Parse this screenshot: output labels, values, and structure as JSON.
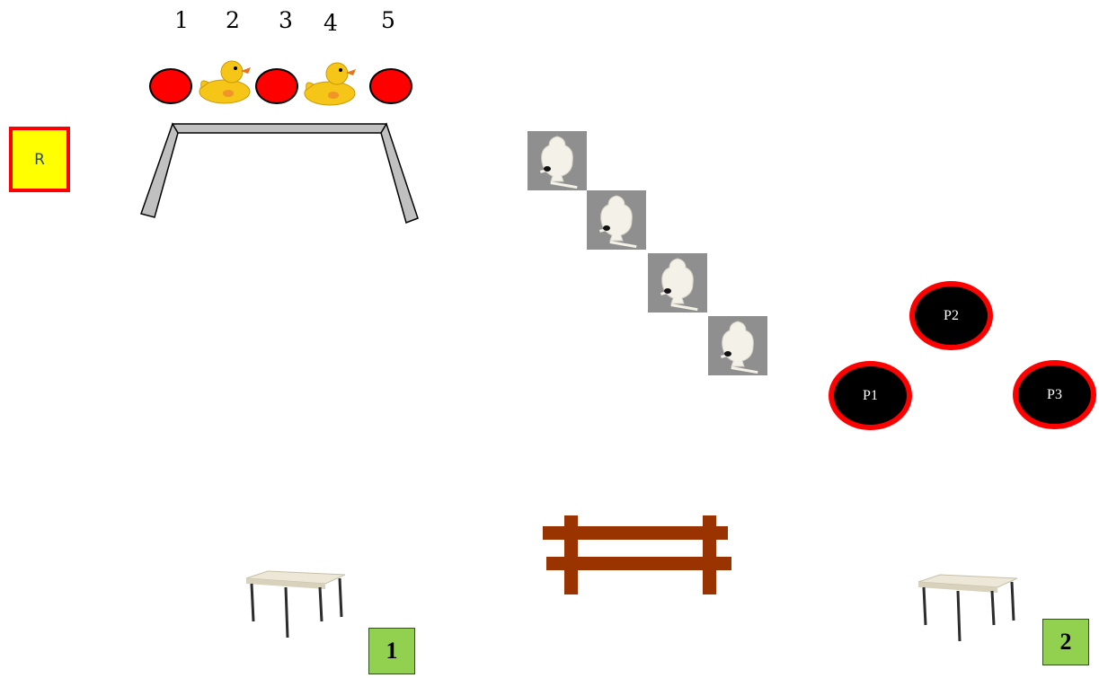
{
  "positions": {
    "labels": [
      "1",
      "2",
      "3",
      "4",
      "5"
    ]
  },
  "referee": {
    "label": "R"
  },
  "players": [
    {
      "label": "P2"
    },
    {
      "label": "P1"
    },
    {
      "label": "P3"
    }
  ],
  "tables": [
    {
      "label": "1"
    },
    {
      "label": "2"
    }
  ],
  "colors": {
    "red_target": "#ff0000",
    "referee_fill": "#ffff00",
    "referee_border": "#ff0000",
    "player_fill": "#000000",
    "player_border": "#ff0000",
    "table_label_fill": "#92d050",
    "fence": "#993300",
    "stand": "#c0c0c0"
  },
  "icons": {
    "duck": "rubber-duck-icon",
    "steel_target": "steel-plate-target-icon",
    "table": "folding-table-icon",
    "fence": "wooden-fence-icon",
    "stand": "target-stand-icon"
  }
}
